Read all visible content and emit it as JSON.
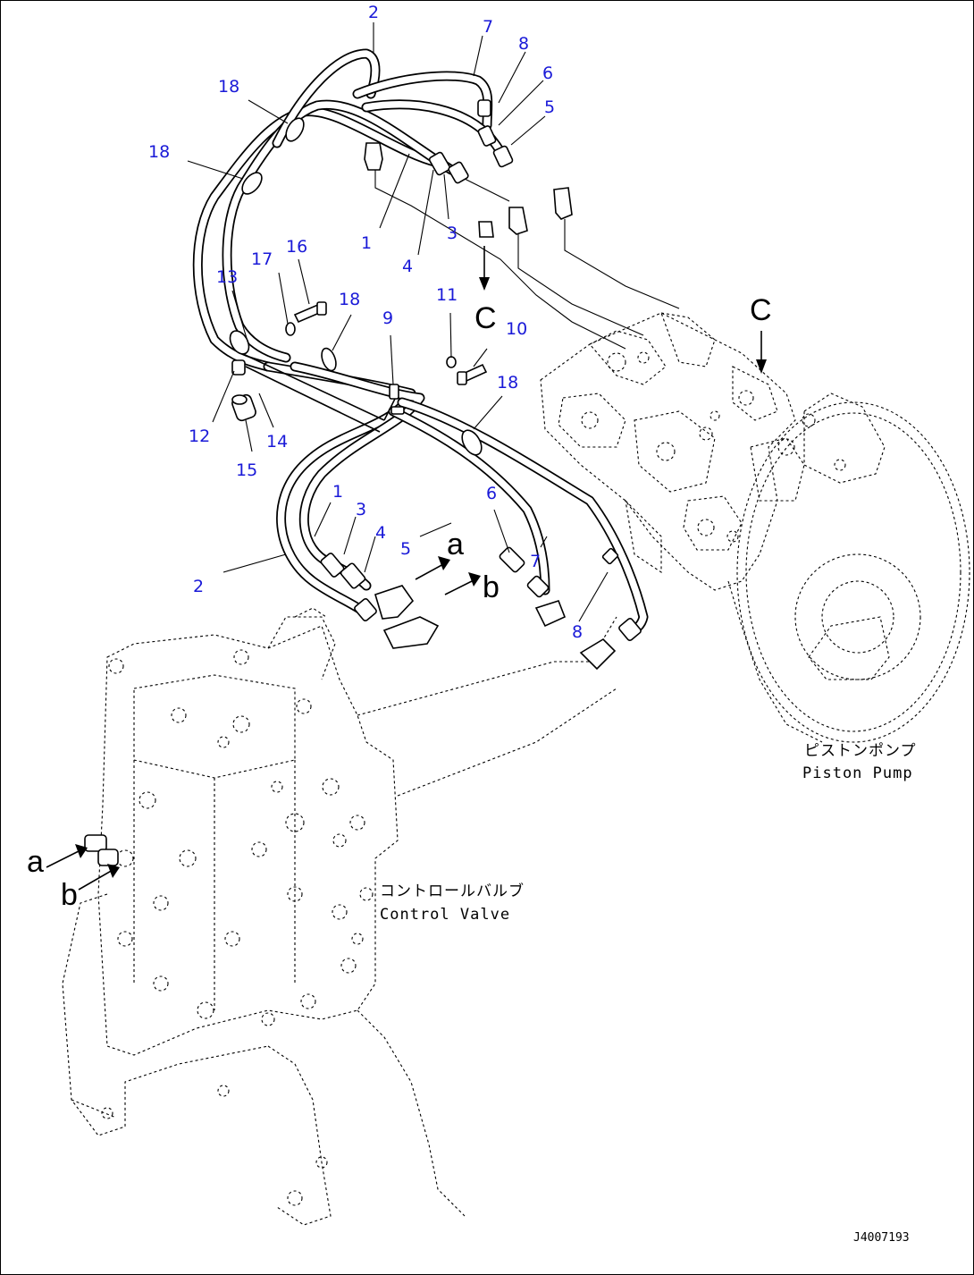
{
  "callouts": {
    "c1a": "1",
    "c1b": "1",
    "c2a": "2",
    "c2b": "2",
    "c3a": "3",
    "c3b": "3",
    "c4a": "4",
    "c4b": "4",
    "c5a": "5",
    "c5b": "5",
    "c6a": "6",
    "c6b": "6",
    "c7a": "7",
    "c7b": "7",
    "c8a": "8",
    "c8b": "8",
    "c9": "9",
    "c10": "10",
    "c11": "11",
    "c12": "12",
    "c13": "13",
    "c14": "14",
    "c15": "15",
    "c16": "16",
    "c17": "17",
    "c18a": "18",
    "c18b": "18",
    "c18c": "18",
    "c18d": "18"
  },
  "view_markers": {
    "c_left": "C",
    "c_right": "C",
    "a_top": "a",
    "b_top": "b",
    "a_left": "a",
    "b_left": "b"
  },
  "labels": {
    "pump_jp": "ピストンポンプ",
    "pump_en": "Piston Pump",
    "valve_jp": "コントロールバルブ",
    "valve_en": "Control Valve"
  },
  "figure_code": "J4007193",
  "colors": {
    "callout": "#1a1ad8",
    "line": "#000000",
    "background": "#ffffff"
  }
}
